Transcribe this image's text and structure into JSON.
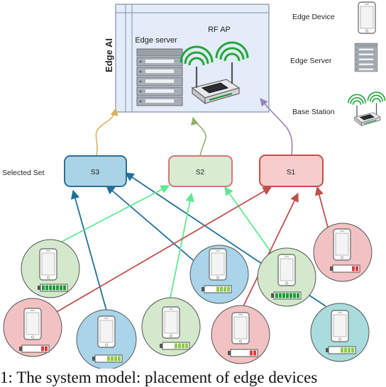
{
  "edge_ai": {
    "title": "Edge AI",
    "server_label": "Edge server",
    "ap_label": "RF AP"
  },
  "legend": {
    "device_label": "Edge Device",
    "server_label": "Edge Server",
    "base_station_label": "Base Station"
  },
  "selected_set_label": "Selected Set",
  "sets": [
    {
      "label": "S3",
      "fill": "#a9d4e6",
      "stroke": "#2b6f97"
    },
    {
      "label": "S2",
      "fill": "#d8ecd2",
      "stroke": "#d9737a"
    },
    {
      "label": "S1",
      "fill": "#f6cccc",
      "stroke": "#c0504d"
    }
  ],
  "devices": [
    {
      "id": "d1",
      "group": "green",
      "battery": "full"
    },
    {
      "id": "d2",
      "group": "red",
      "battery": "low"
    },
    {
      "id": "d3",
      "group": "blue",
      "battery": "half"
    },
    {
      "id": "d4",
      "group": "green",
      "battery": "half"
    },
    {
      "id": "d5",
      "group": "blue",
      "battery": "half"
    },
    {
      "id": "d6",
      "group": "green",
      "battery": "full"
    },
    {
      "id": "d7",
      "group": "red",
      "battery": "low"
    },
    {
      "id": "d8",
      "group": "red",
      "battery": "low"
    },
    {
      "id": "d9",
      "group": "teal",
      "battery": "half"
    }
  ],
  "colors": {
    "green": "#d4e9cc",
    "red": "#f2c2c2",
    "blue": "#a9d4ea",
    "teal": "#a9dcdc",
    "link_blue": "#1f6f9a",
    "link_green": "#5fe88f",
    "link_red": "#c0504d",
    "up_yellow": "#d9b25a",
    "up_green": "#8fb070",
    "up_purple": "#9a82b8"
  },
  "caption": "1: The system model: placement of edge devices"
}
